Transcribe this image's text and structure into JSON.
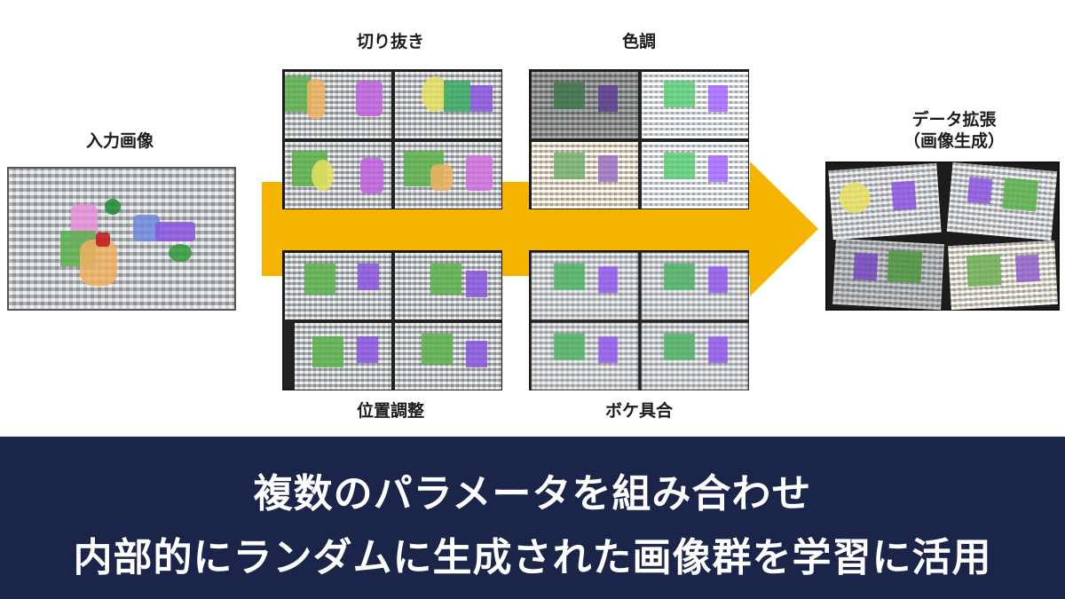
{
  "labels": {
    "input": "入力画像",
    "crop": "切り抜き",
    "color": "色調",
    "position": "位置調整",
    "blur": "ボケ具合",
    "augment_line1": "データ拡張",
    "augment_line2": "（画像生成）"
  },
  "banner": {
    "line1": "複数のパラメータを組み合わせ",
    "line2": "内部的にランダムに生成された画像群を学習に活用"
  },
  "colors": {
    "arrow": "#f5b400",
    "banner_bg": "#1b2449",
    "banner_text": "#ffffff"
  }
}
